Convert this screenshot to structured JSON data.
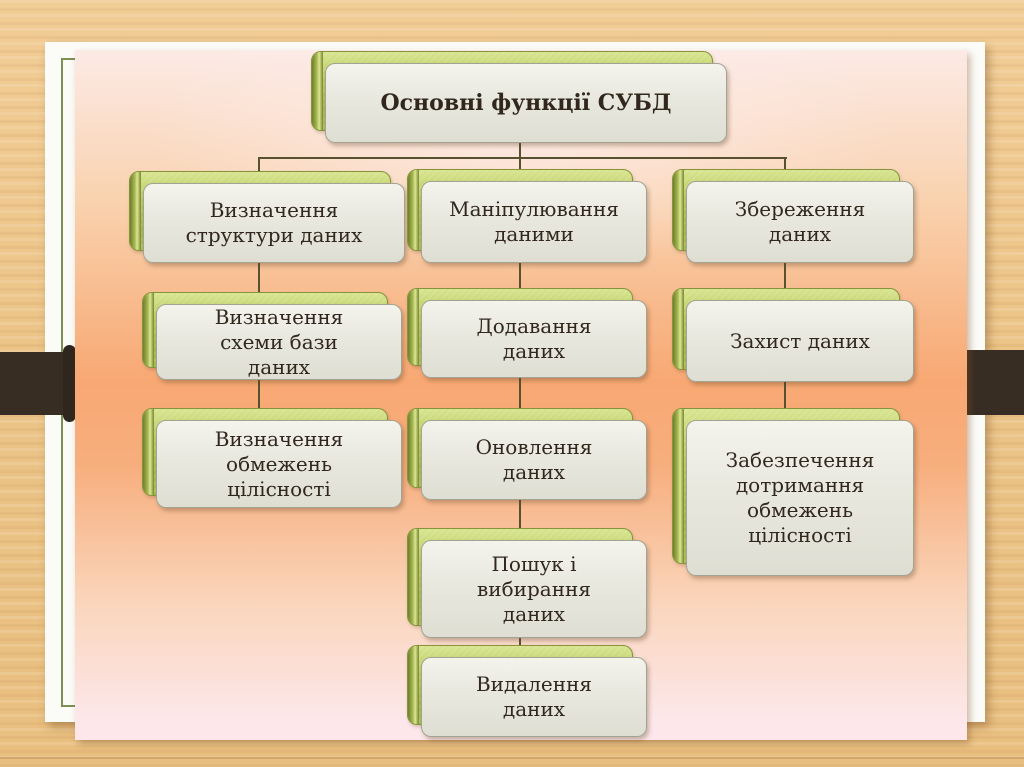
{
  "diagram": {
    "root": "Основні функції СУБД",
    "branches": [
      {
        "label": "Визначення структури даних",
        "children": [
          "Визначення схеми бази даних",
          "Визначення обмежень цілісності"
        ]
      },
      {
        "label": "Маніпулювання даними",
        "children": [
          "Додавання даних",
          "Оновлення даних",
          "Пошук і вибирання даних",
          "Видалення даних"
        ]
      },
      {
        "label": "Збереження даних",
        "children": [
          "Захист даних",
          "Забезпечення дотримання обмежень цілісності"
        ]
      }
    ]
  },
  "colors": {
    "node_accent_green": "#aabf53",
    "node_spine_olive": "#78882f",
    "node_face": "#e8e8df",
    "node_text": "#31271d",
    "connector": "#57512f",
    "sheet_orange_mid": "#f8a873",
    "sheet_pink_top": "#fceae6",
    "paper_white": "#fbfbf8",
    "paper_border_green": "#7d9053",
    "wood_background": "#ecc488",
    "strap_dark_brown": "#372d23"
  }
}
